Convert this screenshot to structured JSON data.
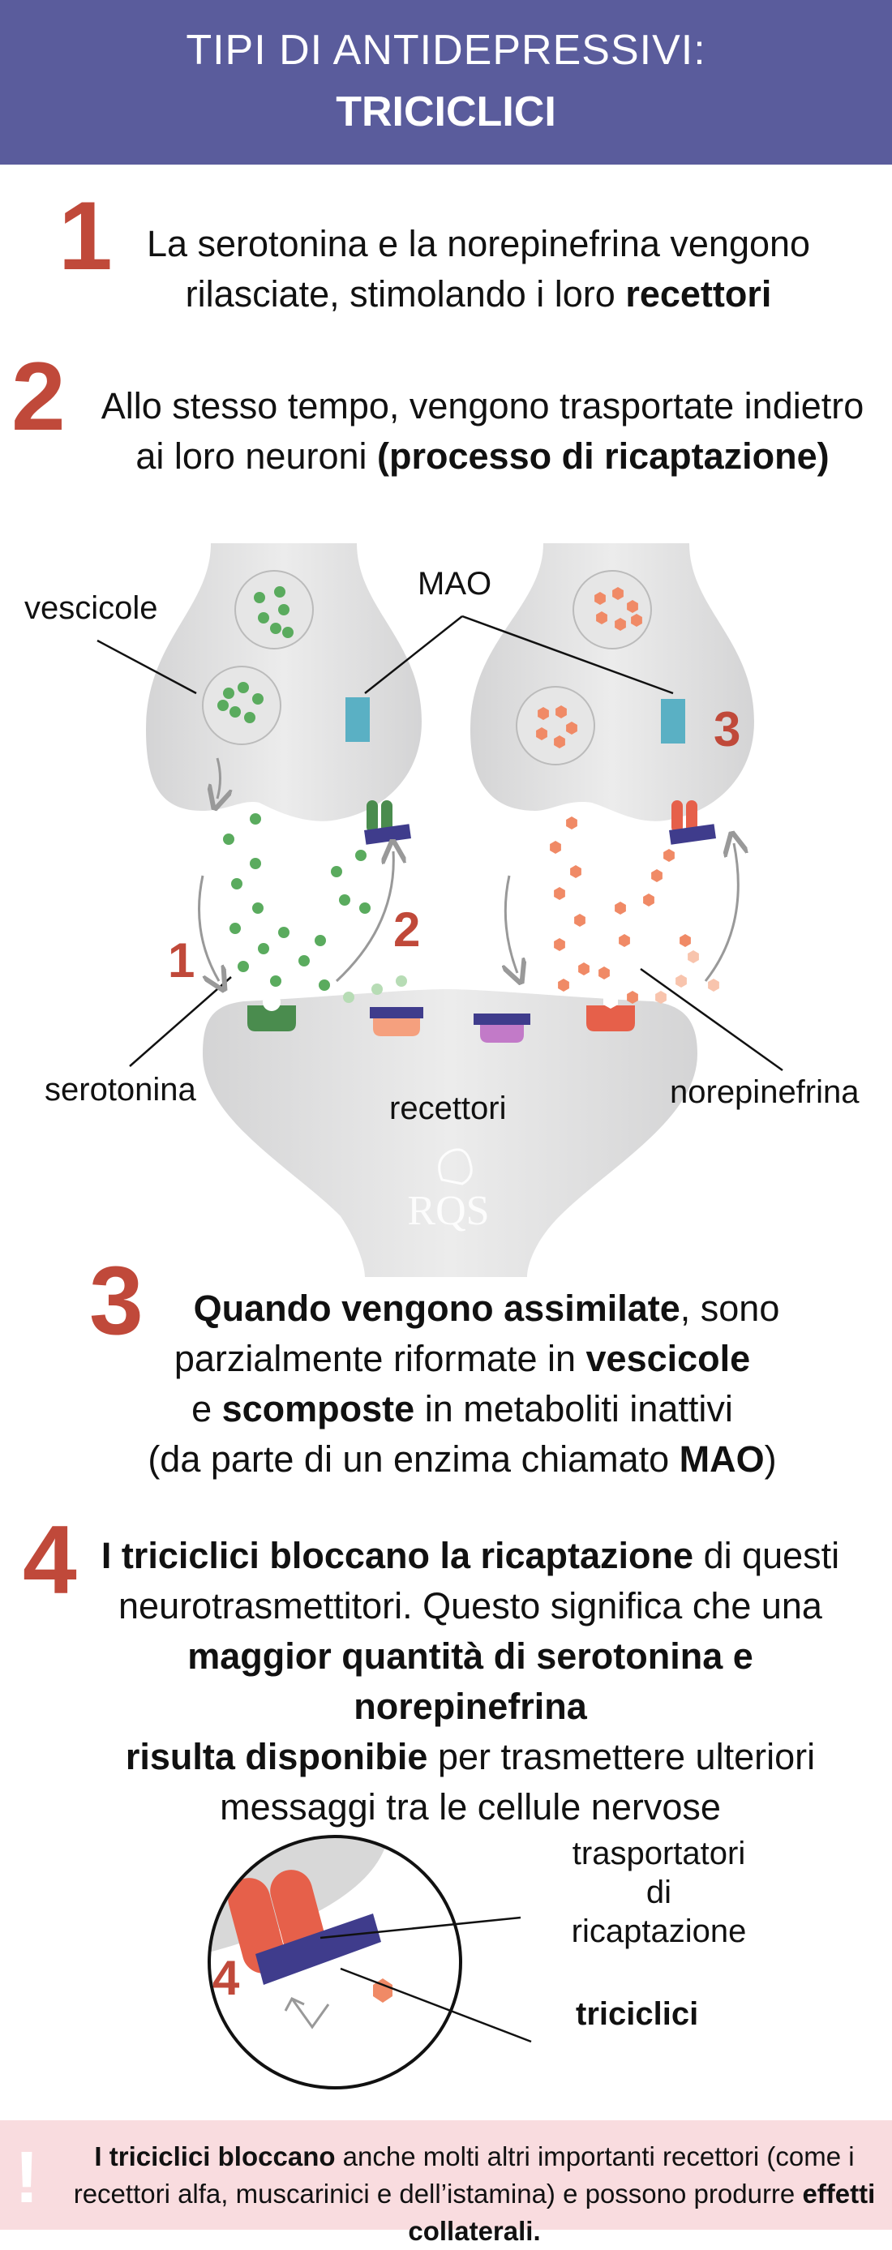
{
  "header": {
    "line1": "TIPI DI ANTIDEPRESSIVI:",
    "line2": "TRICICLICI"
  },
  "steps": [
    {
      "number": "1",
      "text_plain_a": "La serotonina e la norepinefrina vengono",
      "text_plain_b": "rilasciate, stimolando i loro ",
      "text_bold_b": "recettori"
    },
    {
      "number": "2",
      "text_plain_a": "Allo stesso tempo, vengono trasportate indietro",
      "text_plain_b": "ai loro neuroni ",
      "text_bold_b": "(processo di ricaptazione)"
    },
    {
      "number": "3",
      "l1_bold": "Quando vengono assimilate",
      "l1_plain": ", sono",
      "l2_plain": "parzialmente riformate in ",
      "l2_bold": "vescicole",
      "l3_plain_a": "e ",
      "l3_bold": "scomposte",
      "l3_plain_b": " in metaboliti inattivi",
      "l4_plain": "(da parte di un enzima chiamato ",
      "l4_bold": "MAO",
      "l4_end": ")"
    },
    {
      "number": "4",
      "l1_bold": "I triciclici bloccano la ricaptazione",
      "l1_plain": " di questi",
      "l2_plain": "neurotrasmettitori. Questo significa che una",
      "l3_bold": "maggior quantità di serotonina e norepinefrina",
      "l4_bold": "risulta disponibie",
      "l4_plain": " per trasmettere ulteriori",
      "l5_plain": "messaggi tra le cellule nervose"
    }
  ],
  "diagram": {
    "labels": {
      "vesicles": "vescicole",
      "mao": "MAO",
      "serotonin": "serotonina",
      "receptors": "recettori",
      "norepinephrine": "norepinefrina"
    },
    "markers": {
      "one": "1",
      "two": "2",
      "three": "3"
    },
    "logo_text": "RQS",
    "colors": {
      "serotonin": "#5aab5e",
      "norepinephrine": "#f08a66",
      "mao": "#5ab0c4",
      "transporter": "#3f3c8c",
      "number": "#c0493a"
    }
  },
  "zoom": {
    "transporters_label_1": "trasportatori",
    "transporters_label_2": "di ricaptazione",
    "tricyclics_label": "triciclici",
    "marker": "4"
  },
  "footer": {
    "bang": "!",
    "bold_a": "I triciclici bloccano",
    "plain_a": " anche molti altri importanti recettori (come i recettori alfa, muscarinici e dell’istamina) e possono produrre ",
    "bold_b": "effetti collaterali."
  }
}
